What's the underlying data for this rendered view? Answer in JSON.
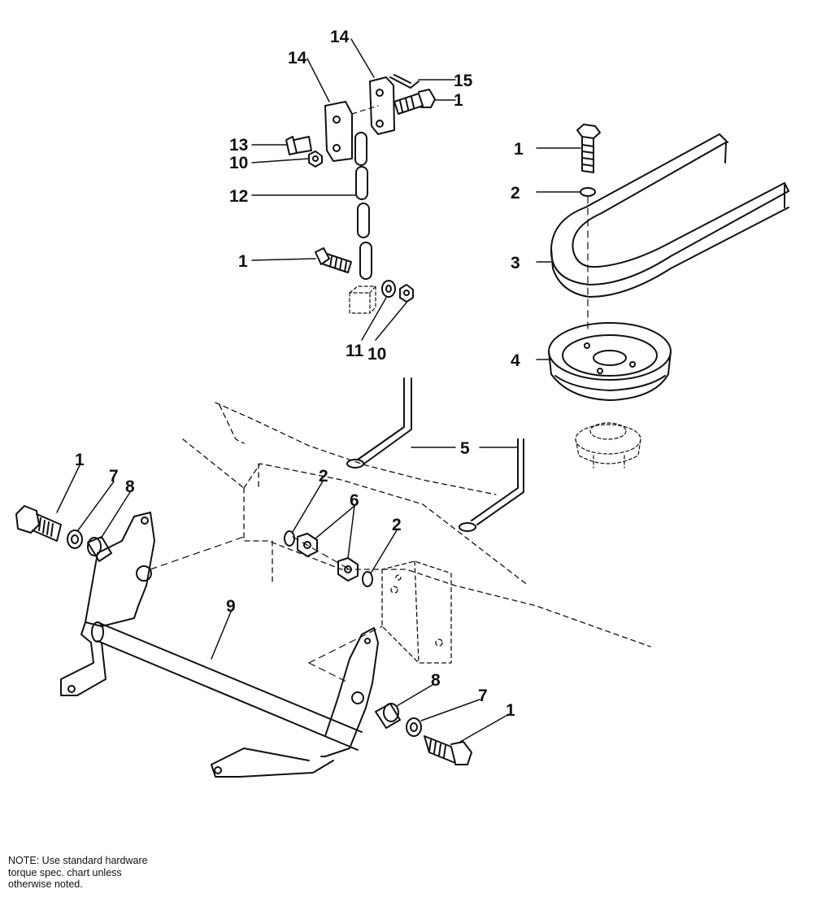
{
  "diagram": {
    "callouts": [
      "14",
      "14",
      "15",
      "1",
      "13",
      "10",
      "12",
      "1",
      "11",
      "10",
      "1",
      "2",
      "3",
      "4",
      "5",
      "1",
      "7",
      "8",
      "2",
      "6",
      "2",
      "9",
      "8",
      "7",
      "1"
    ]
  },
  "note": {
    "lines": [
      "NOTE: Use standard hardware",
      "torque spec. chart unless",
      "otherwise noted."
    ]
  }
}
